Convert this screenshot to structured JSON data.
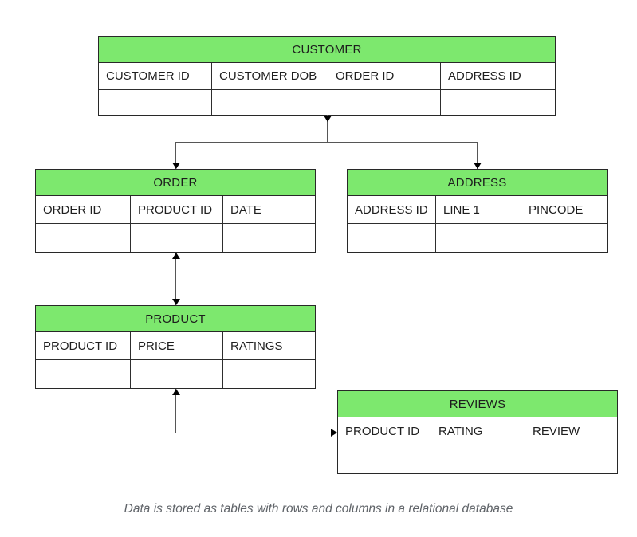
{
  "colors": {
    "canvas_bg": "#ffffff",
    "table_header_fill": "#7de86e",
    "table_border": "#282828",
    "connector": "#565656",
    "arrowhead": "#000000",
    "caption_text": "#5f6368"
  },
  "diagram": {
    "tables": [
      {
        "id": "customer",
        "title": "CUSTOMER",
        "columns": [
          "CUSTOMER ID",
          "CUSTOMER DOB",
          "ORDER ID",
          "ADDRESS ID"
        ]
      },
      {
        "id": "order",
        "title": "ORDER",
        "columns": [
          "ORDER ID",
          "PRODUCT ID",
          "DATE"
        ]
      },
      {
        "id": "address",
        "title": "ADDRESS",
        "columns": [
          "ADDRESS ID",
          "LINE 1",
          "PINCODE"
        ]
      },
      {
        "id": "product",
        "title": "PRODUCT",
        "columns": [
          "PRODUCT ID",
          "PRICE",
          "RATINGS"
        ]
      },
      {
        "id": "reviews",
        "title": "REVIEWS",
        "columns": [
          "PRODUCT ID",
          "RATING",
          "REVIEW"
        ]
      }
    ],
    "relationships": [
      "CUSTOMER -> ORDER",
      "CUSTOMER -> ADDRESS",
      "ORDER <-> PRODUCT",
      "PRODUCT -> REVIEWS"
    ]
  },
  "caption": "Data is stored as tables with rows and columns in a relational database"
}
